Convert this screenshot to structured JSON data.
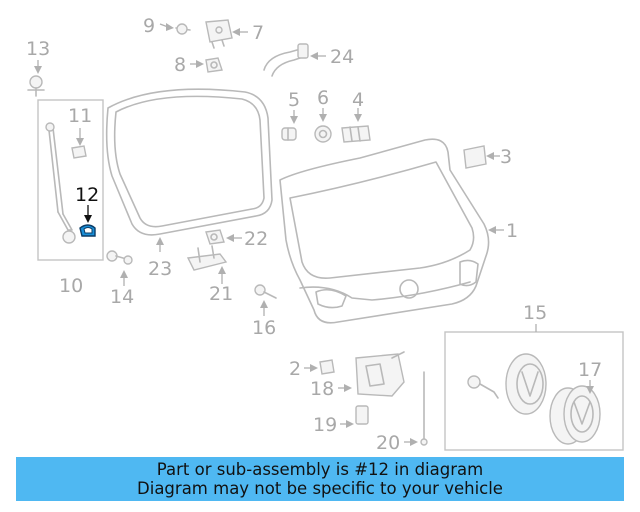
{
  "diagram": {
    "highlight_color": "#1a8fd8",
    "callouts": {
      "c1": "1",
      "c2": "2",
      "c3": "3",
      "c4": "4",
      "c5": "5",
      "c6": "6",
      "c7": "7",
      "c8": "8",
      "c9": "9",
      "c10": "10",
      "c11": "11",
      "c12": "12",
      "c13": "13",
      "c14": "14",
      "c15": "15",
      "c16": "16",
      "c17": "17",
      "c18": "18",
      "c19": "19",
      "c20": "20",
      "c21": "21",
      "c22": "22",
      "c23": "23",
      "c24": "24"
    }
  },
  "banner": {
    "line1": "Part or sub-assembly is #12 in diagram",
    "line2": "Diagram may not be specific to your vehicle",
    "background": "#4fb8f2"
  }
}
